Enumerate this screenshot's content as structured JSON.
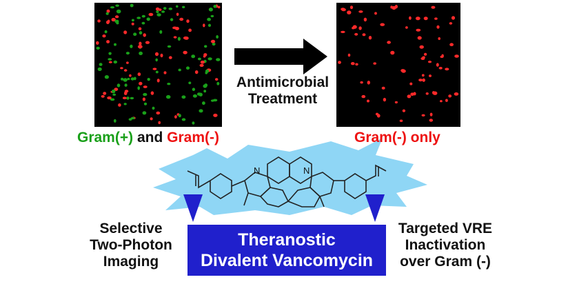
{
  "left_panel": {
    "caption_part1": "Gram(+)",
    "caption_and": "and",
    "caption_part2": "Gram(-)"
  },
  "right_panel": {
    "caption": "Gram(-) only"
  },
  "arrow": {
    "label_line1": "Antimicrobial",
    "label_line2": "Treatment"
  },
  "left_text": {
    "line1": "Selective",
    "line2": "Two-Photon",
    "line3": "Imaging"
  },
  "right_text": {
    "line1": "Targeted VRE",
    "line2": "Inactivation",
    "line3": "over Gram (-)"
  },
  "banner": {
    "line1": "Theranostic",
    "line2": "Divalent Vancomycin"
  },
  "molecule": {
    "n_label": "N"
  },
  "colors": {
    "gram_positive": "#1aa01a",
    "gram_negative": "#ee1111",
    "banner": "#2020cc",
    "burst": "#8fd6f5"
  }
}
